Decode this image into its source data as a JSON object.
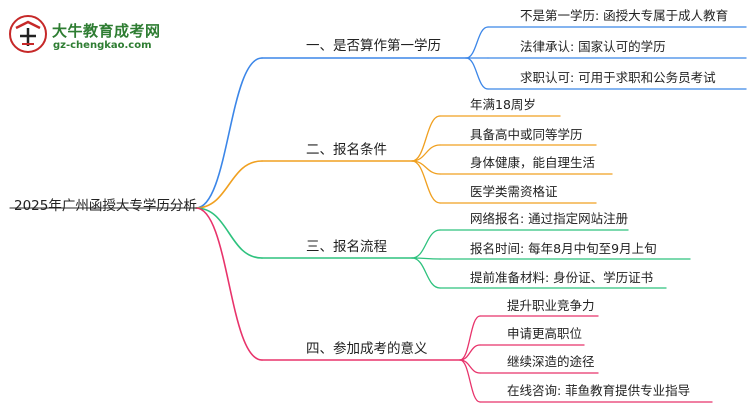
{
  "logo": {
    "title": "大牛教育成考网",
    "url": "gz-chengkao.com"
  },
  "root": "2025年广州函授大专学历分析",
  "branches": [
    {
      "label": "一、是否算作第一学历",
      "color": "#3b86e8",
      "leaves": [
        "不是第一学历: 函授大专属于成人教育",
        "法律承认: 国家认可的学历",
        "求职认可: 可用于求职和公务员考试"
      ]
    },
    {
      "label": "二、报名条件",
      "color": "#f0a020",
      "leaves": [
        "年满18周岁",
        "具备高中或同等学历",
        "身体健康，能自理生活",
        "医学类需资格证"
      ]
    },
    {
      "label": "三、报名流程",
      "color": "#2ec27e",
      "leaves": [
        "网络报名: 通过指定网站注册",
        "报名时间: 每年8月中旬至9月上旬",
        "提前准备材料: 身份证、学历证书"
      ]
    },
    {
      "label": "四、参加成考的意义",
      "color": "#e8336b",
      "leaves": [
        "提升职业竞争力",
        "申请更高职位",
        "继续深造的途径",
        "在线咨询: 菲鱼教育提供专业指导"
      ]
    }
  ]
}
